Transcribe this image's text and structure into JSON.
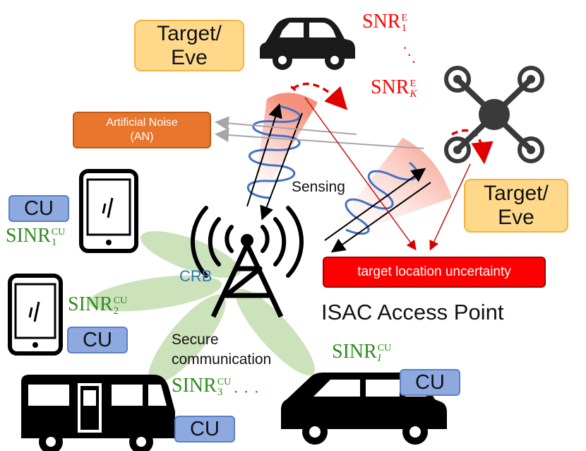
{
  "labels": {
    "target_eve_top": "Target/\nEve",
    "target_eve_right": "Target/\nEve",
    "artificial_noise": "Artificial Noise\n(AN)",
    "sensing": "Sensing",
    "target_location_uncertainty": "target location uncertainty",
    "isac_access_point": "ISAC Access Point",
    "crb": "CRB",
    "secure_communication": "Secure\ncommunication",
    "cu": "CU",
    "ellipsis": "· · ·"
  },
  "math": {
    "snr_base": "SNR",
    "snr_sup": "E",
    "snr_sub_1": "1",
    "snr_sub_k": "K",
    "sinr_base": "SINR",
    "sinr_sup": "CU",
    "sinr_sub_1": "1",
    "sinr_sub_2": "2",
    "sinr_sub_3": "3",
    "sinr_sub_i": "I"
  },
  "colors": {
    "eve_box": "#ffd88a",
    "cu_box": "#8ea9e0",
    "noise_box": "#e8762d",
    "uncertainty_box": "#ff0000",
    "snr_text": "#ff0000",
    "sinr_text": "#2e8b1e",
    "crb_text": "#2e75b6",
    "beam": "#f8a08c",
    "wave": "#4472c4",
    "green_lobe": "#c4deb0"
  },
  "icons": [
    "car-icon",
    "drone-icon",
    "smartphone-icon",
    "antenna-tower-icon",
    "rv-icon",
    "suv-icon"
  ]
}
